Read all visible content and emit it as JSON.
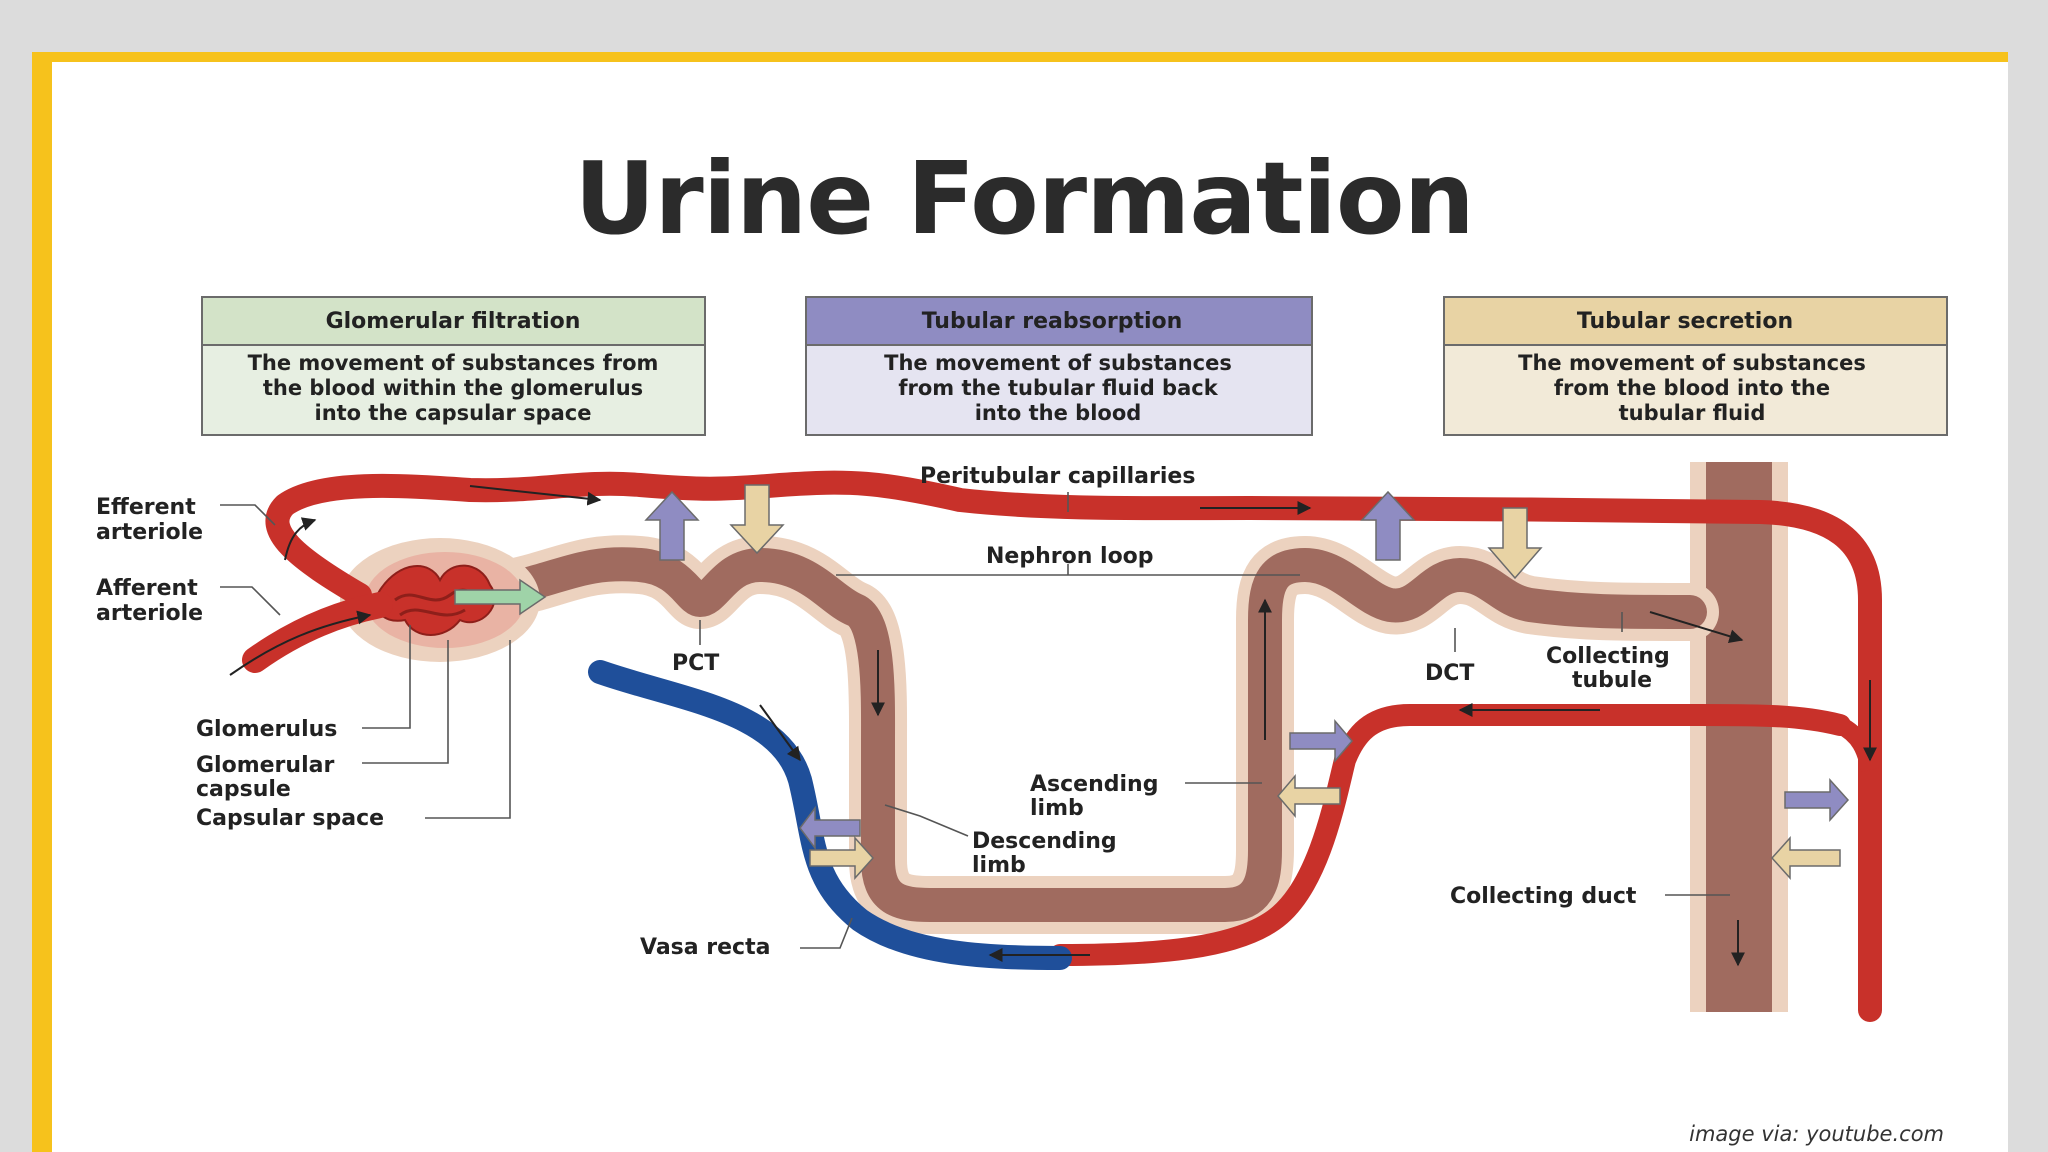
{
  "slide": {
    "title": "Urine Formation",
    "credit": "image via: youtube.com"
  },
  "processes": [
    {
      "header": "Glomerular filtration",
      "description": [
        "The movement of substances from",
        "the blood within the glomerulus",
        "into the capsular space"
      ],
      "header_color": "#d3e3c8",
      "body_color": "#e7efe2"
    },
    {
      "header": "Tubular reabsorption",
      "description": [
        "The movement of substances",
        "from the tubular fluid back",
        "into the blood"
      ],
      "header_color": "#8f8cc2",
      "body_color": "#e5e4f1"
    },
    {
      "header": "Tubular secretion",
      "description": [
        "The movement of substances",
        "from the blood into the",
        "tubular fluid"
      ],
      "header_color": "#e8d3a4",
      "body_color": "#f2ead8"
    }
  ],
  "labels": {
    "efferent_arteriole": [
      "Efferent",
      "arteriole"
    ],
    "afferent_arteriole": [
      "Afferent",
      "arteriole"
    ],
    "glomerulus": "Glomerulus",
    "glomerular_capsule": [
      "Glomerular",
      "capsule"
    ],
    "capsular_space": "Capsular space",
    "pct": "PCT",
    "peritubular_capillaries": "Peritubular capillaries",
    "nephron_loop": "Nephron loop",
    "dct": "DCT",
    "collecting_tubule": [
      "Collecting",
      "tubule"
    ],
    "ascending_limb": [
      "Ascending",
      "limb"
    ],
    "descending_limb": [
      "Descending",
      "limb"
    ],
    "collecting_duct": "Collecting duct",
    "vasa_recta": "Vasa recta"
  },
  "colors": {
    "frame": "#f6c21c",
    "artery": "#c8312a",
    "vein": "#1f4f9a",
    "tubule": "#9e6a5e",
    "tubule_outline": "#e8c4a8",
    "reabsorption_arrow": "#8f8cc2",
    "secretion_arrow": "#e8d3a4",
    "filtration_arrow": "#9fd3a8"
  }
}
